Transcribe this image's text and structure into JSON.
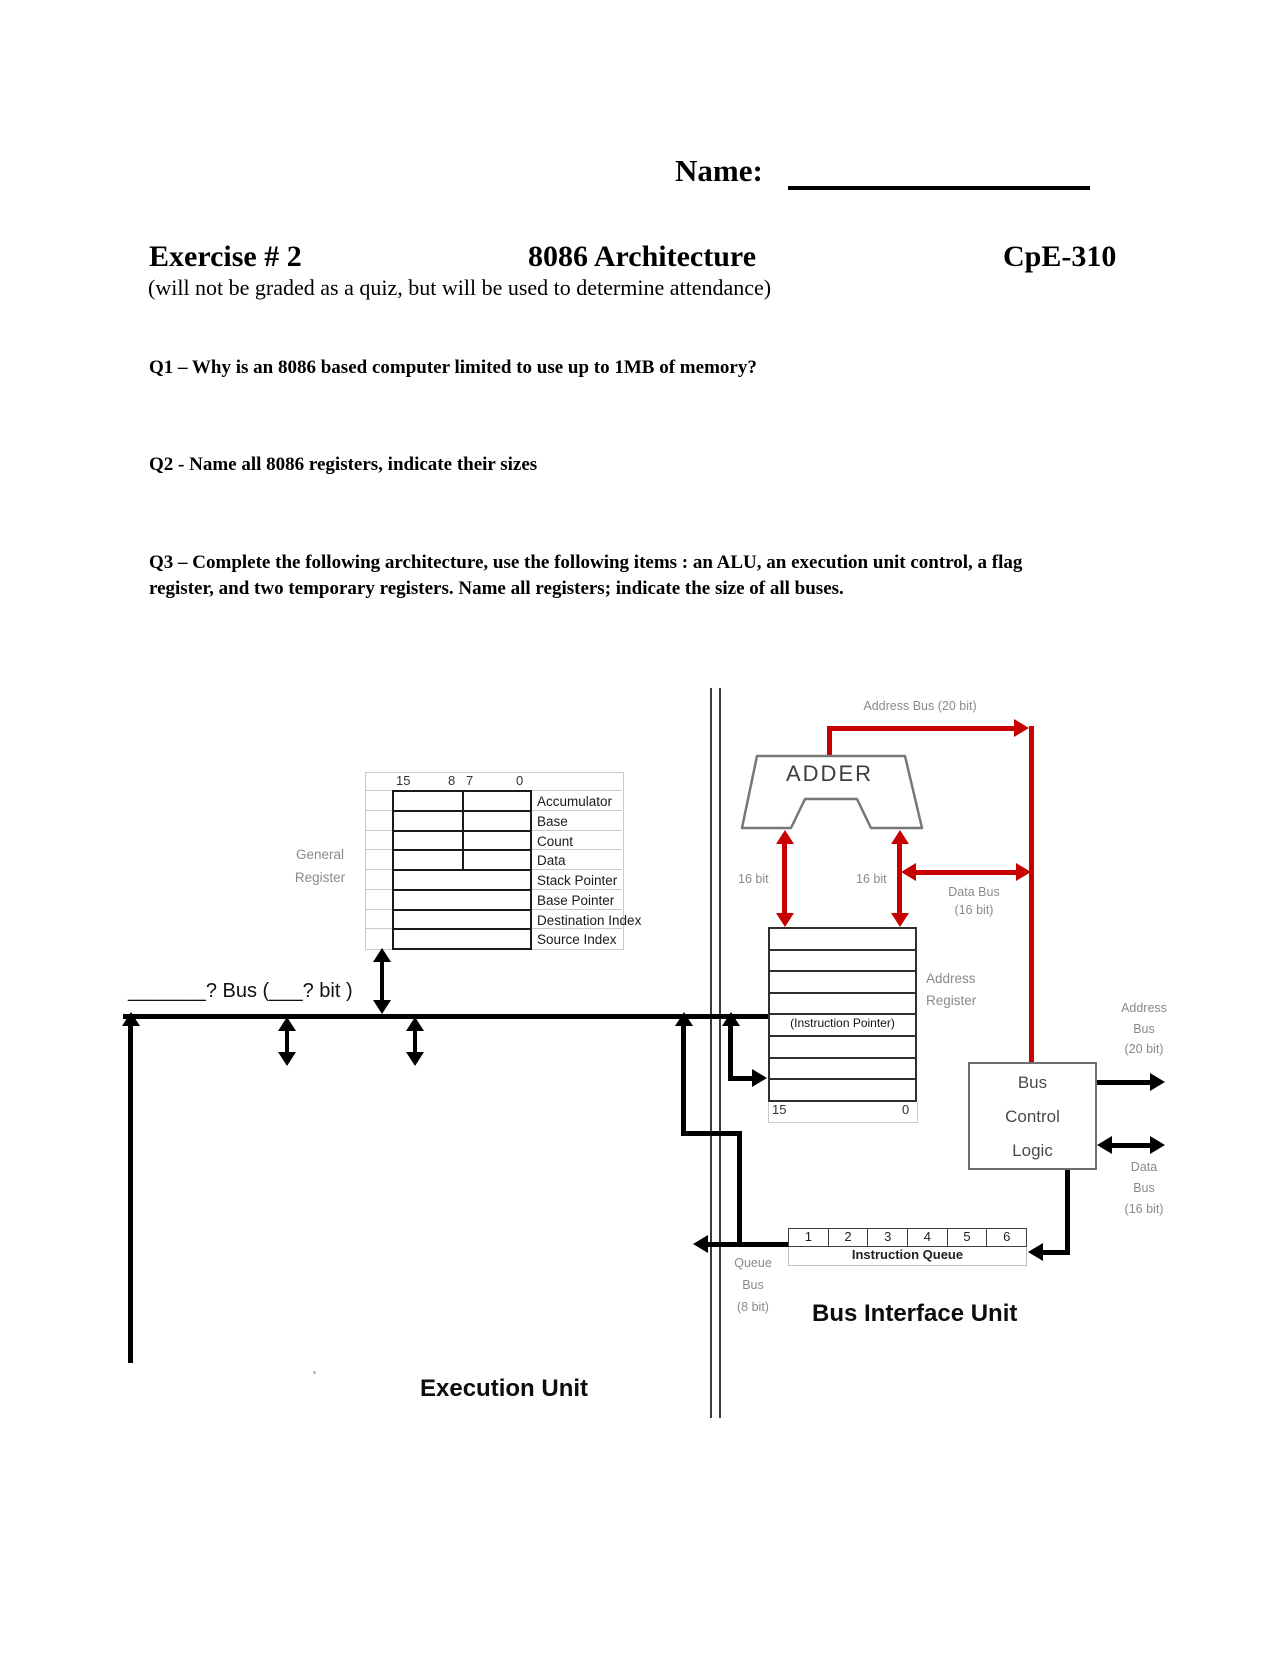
{
  "header": {
    "name_label": "Name:",
    "exercise": "Exercise # 2",
    "title": "8086 Architecture",
    "course": "CpE-310",
    "subtitle": "(will not be graded as a quiz, but will be used to determine attendance)"
  },
  "questions": {
    "q1": "Q1 – Why is an 8086 based computer limited to use up to 1MB of memory?",
    "q2": "Q2 -  Name all 8086 registers, indicate their sizes",
    "q3": "Q3 –  Complete the following architecture, use the following items : an ALU, an execution unit control, a flag\nregister, and two temporary registers. Name all registers; indicate the size of all buses."
  },
  "diagram": {
    "address_bus_top_label": "Address Bus (20 bit)",
    "adder_label": "ADDER",
    "bit16_left": "16 bit",
    "bit16_right": "16 bit",
    "data_bus_mid_label": "Data Bus\n(16 bit)",
    "general_register_label": "General\nRegister",
    "register_table": {
      "bit_labels": [
        "15",
        "8",
        "7",
        "0"
      ],
      "rows": [
        "Accumulator",
        "Base",
        "Count",
        "Data",
        "Stack Pointer",
        "Base Pointer",
        "Destination Index",
        "Source Index"
      ]
    },
    "eu_bus_label": "_______? Bus (___? bit )",
    "address_register": {
      "label": "Address\nRegister",
      "ip_row": "(Instruction Pointer)",
      "bit_left": "15",
      "bit_right": "0"
    },
    "bus_control_label": "Bus\nControl\nLogic",
    "address_bus_right_label": "Address\nBus\n(20 bit)",
    "data_bus_right_label": "Data\nBus\n(16 bit)",
    "queue": {
      "cells": [
        "1",
        "2",
        "3",
        "4",
        "5",
        "6"
      ],
      "label": "Instruction Queue",
      "bus_label": "Queue\nBus\n(8 bit)"
    },
    "biu_label": "Bus Interface Unit",
    "eu_label": "Execution Unit",
    "colors": {
      "bus_red": "#c70000",
      "gray_label": "#8a8a8a",
      "line_black": "#000000"
    }
  }
}
